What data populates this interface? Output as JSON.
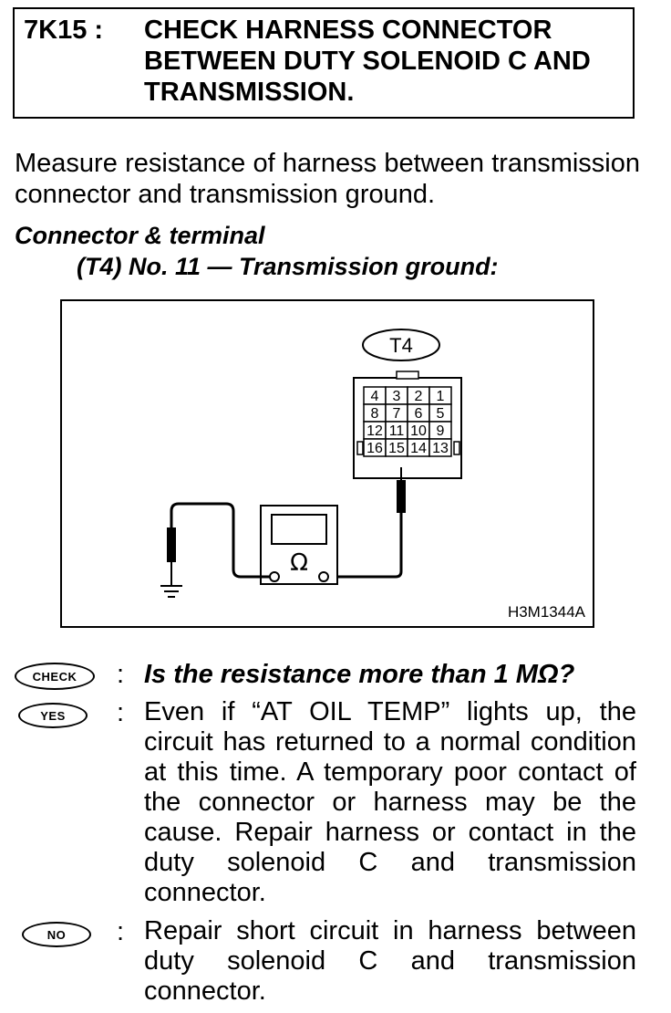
{
  "step": {
    "number": "7K15 :",
    "title": "CHECK HARNESS CONNECTOR BETWEEN DUTY SOLENOID C AND TRANSMISSION."
  },
  "instruction": "Measure resistance of harness between transmission connector and transmission ground.",
  "connector_heading": "Connector & terminal",
  "terminal_spec": "(T4) No. 11 — Transmission ground:",
  "diagram": {
    "connector_label": "T4",
    "terminal_rows": [
      [
        "4",
        "3",
        "2",
        "1"
      ],
      [
        "8",
        "7",
        "6",
        "5"
      ],
      [
        "12",
        "11",
        "10",
        "9"
      ],
      [
        "16",
        "15",
        "14",
        "13"
      ]
    ],
    "meter_symbol": "Ω",
    "figure_code": "H3M1344A"
  },
  "check": {
    "badge": "CHECK",
    "colon": ":",
    "question": "Is the resistance more than 1 MΩ?"
  },
  "yes": {
    "badge": "YES",
    "colon": ":",
    "text": "Even if “AT OIL TEMP” lights up, the circuit has returned to a normal condition at this time. A temporary poor contact of the connector or harness may be the cause. Repair harness or contact in the duty solenoid C and transmission connector."
  },
  "no": {
    "badge": "NO",
    "colon": ":",
    "text": "Repair short circuit in harness between duty solenoid C and transmission connector."
  }
}
